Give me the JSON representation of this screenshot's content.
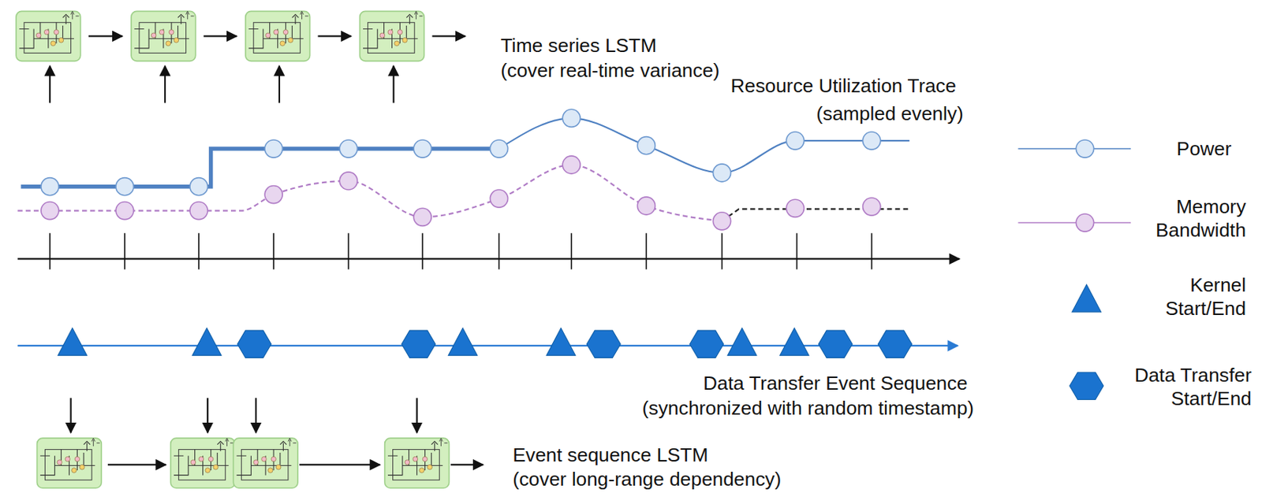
{
  "diagram": {
    "labels": [
      "Time series LSTM",
      "(cover real-time variance)",
      "Resource Utilization Trace",
      "(sampled evenly)",
      "Data Transfer Event Sequence",
      "(synchronized with random timestamp)",
      "Event sequence LSTM",
      "(cover long-range dependency)"
    ],
    "legend": [
      {
        "text": "Power"
      },
      {
        "text": "Memory Bandwidth"
      },
      {
        "text": "Kernel Start/End"
      },
      {
        "text": "Data Transfer Start/End"
      }
    ]
  }
}
